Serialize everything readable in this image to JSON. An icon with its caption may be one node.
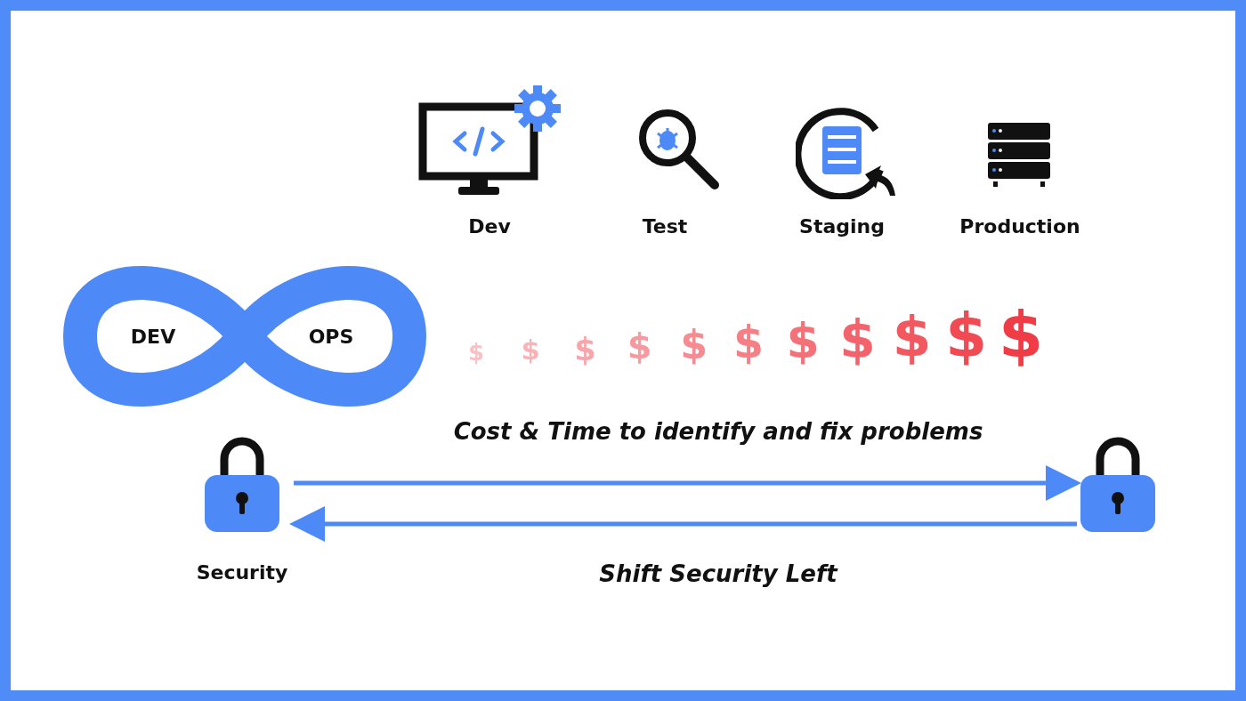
{
  "diagram": {
    "nodes": [
      {
        "text": [
          "Dev"
        ]
      },
      {
        "text": [
          "Test"
        ]
      },
      {
        "text": [
          "Staging"
        ]
      },
      {
        "text": [
          "Production"
        ]
      },
      {
        "text": [
          "DEV",
          "OPS"
        ]
      },
      {
        "text": [
          "Security"
        ]
      },
      {
        "text": [],
        "shape": "lock"
      }
    ],
    "edges": [
      {
        "from": 5,
        "to": 6,
        "arrow": "to",
        "label": "Cost & Time to identify and fix problems"
      },
      {
        "from": 6,
        "to": 5,
        "arrow": "to",
        "label": "Shift Security Left"
      }
    ],
    "labels": [
      "$",
      "$",
      "$",
      "$",
      "$",
      "$",
      "$",
      "$",
      "$",
      "$",
      "$"
    ]
  }
}
